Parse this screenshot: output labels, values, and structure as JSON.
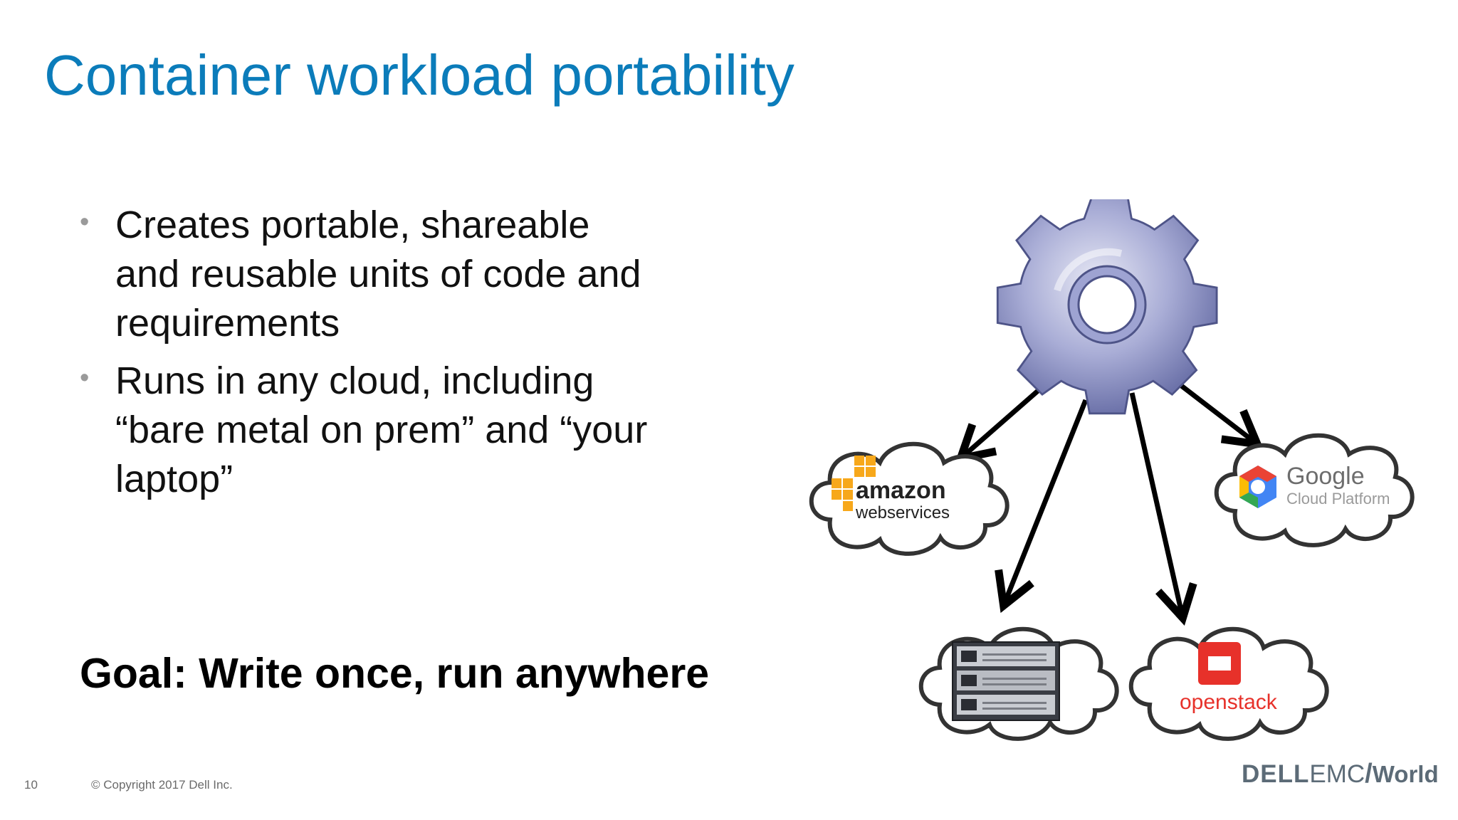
{
  "slide": {
    "title": "Container workload portability",
    "bullets": [
      {
        "lines": [
          "Creates portable, shareable",
          "and reusable units of code and",
          "requirements"
        ]
      },
      {
        "lines": [
          "Runs in any cloud, including",
          "“bare metal on prem” and “your",
          "laptop”"
        ]
      }
    ],
    "bullet_marker": "•",
    "goal": "Goal: Write once, run anywhere",
    "page_number": "10",
    "copyright": "© Copyright 2017 Dell Inc.",
    "brand": {
      "dell": "DELL",
      "emc": "EMC",
      "slash": "/",
      "world": "World"
    }
  },
  "diagram": {
    "center": {
      "icon": "gear-icon"
    },
    "targets": [
      {
        "icon": "aws-logo-icon",
        "line1": "amazon",
        "line2": "webservices"
      },
      {
        "icon": "server-rack-icon"
      },
      {
        "icon": "openstack-logo-icon",
        "line1": "openstack"
      },
      {
        "icon": "google-cloud-logo-icon",
        "line1": "Google",
        "line2": "Cloud Platform"
      }
    ]
  },
  "colors": {
    "title": "#0b7cba",
    "text": "#111111",
    "bullet": "#9a9a9a",
    "footer": "#6a6a6a",
    "brand": "#5c6b77",
    "gear": "#8c92c4",
    "aws_orange": "#f7a81b",
    "openstack_red": "#e7312a",
    "google_blue": "#4285f4",
    "google_red": "#ea4335",
    "google_yellow": "#fbbc05",
    "google_green": "#34a853"
  }
}
